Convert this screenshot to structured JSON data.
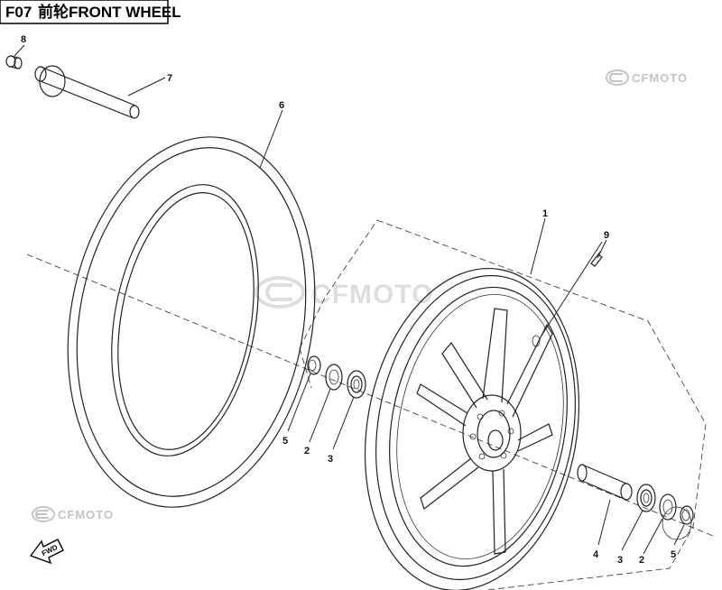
{
  "title": {
    "code": "F07",
    "name": "前轮FRONT WHEEL"
  },
  "watermark": {
    "brand": "CFMOTO",
    "color": "#c4c4c4"
  },
  "fwd_label": "FWD",
  "callouts": [
    "8",
    "7",
    "6",
    "1",
    "9",
    "5",
    "2",
    "3",
    "4",
    "3",
    "2",
    "5"
  ]
}
